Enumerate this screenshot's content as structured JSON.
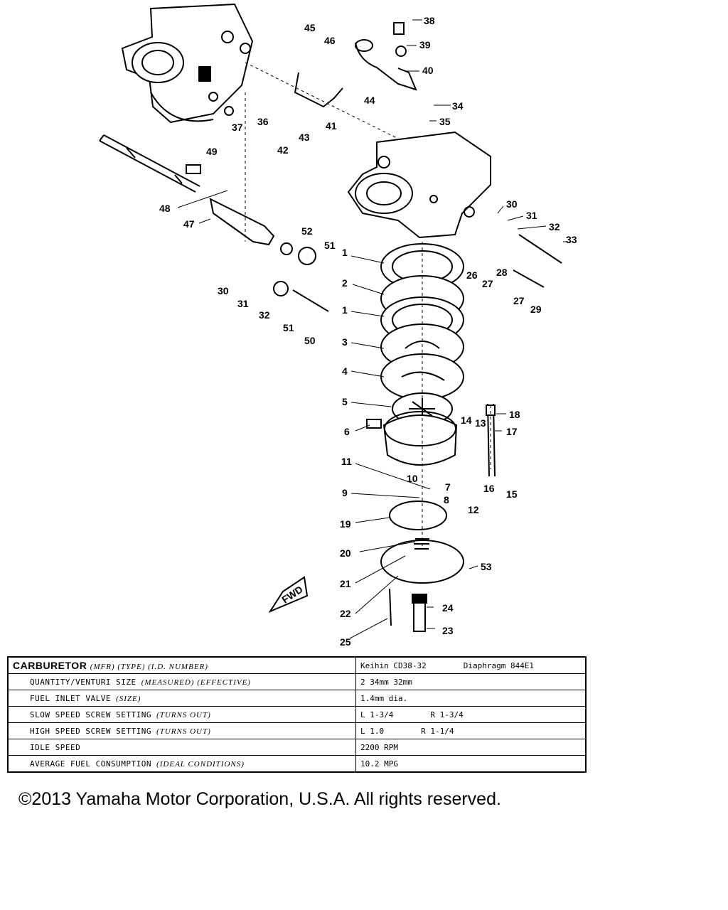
{
  "diagram": {
    "callouts": [
      "1",
      "2",
      "1",
      "3",
      "4",
      "5",
      "6",
      "11",
      "10",
      "7",
      "8",
      "9",
      "19",
      "20",
      "21",
      "22",
      "25",
      "24",
      "23",
      "53",
      "12",
      "14",
      "13",
      "17",
      "18",
      "16",
      "15",
      "38",
      "39",
      "40",
      "34",
      "35",
      "45",
      "46",
      "44",
      "41",
      "42",
      "43",
      "36",
      "37",
      "49",
      "48",
      "47",
      "52",
      "51",
      "30",
      "31",
      "32",
      "51",
      "50",
      "30",
      "31",
      "32",
      "33",
      "26",
      "27",
      "28",
      "27",
      "29"
    ],
    "fwd_label": "FWD"
  },
  "table": {
    "rows": [
      {
        "label": "CARBURETOR",
        "qualifier": "(MFR) (TYPE) (I.D. NUMBER)",
        "value": "Keihin CD38-32",
        "value2": "Diaphragm 844E1"
      },
      {
        "label": "QUANTITY/VENTURI SIZE",
        "qualifier": "(MEASURED) (EFFECTIVE)",
        "value": "2  34mm  32mm",
        "value2": ""
      },
      {
        "label": "FUEL INLET VALVE",
        "qualifier": "(SIZE)",
        "value": "1.4mm dia.",
        "value2": ""
      },
      {
        "label": "SLOW SPEED SCREW SETTING",
        "qualifier": "(TURNS OUT)",
        "value": "L  1-3/4",
        "value2": "R  1-3/4"
      },
      {
        "label": "HIGH SPEED SCREW SETTING",
        "qualifier": "(TURNS OUT)",
        "value": "L  1.0",
        "value2": "R  1-1/4"
      },
      {
        "label": "IDLE SPEED",
        "qualifier": "",
        "value": "2200  RPM",
        "value2": ""
      },
      {
        "label": "AVERAGE FUEL CONSUMPTION",
        "qualifier": "(IDEAL CONDITIONS)",
        "value": "10.2 MPG",
        "value2": ""
      }
    ]
  },
  "copyright": "©2013 Yamaha Motor Corporation, U.S.A. All rights reserved."
}
